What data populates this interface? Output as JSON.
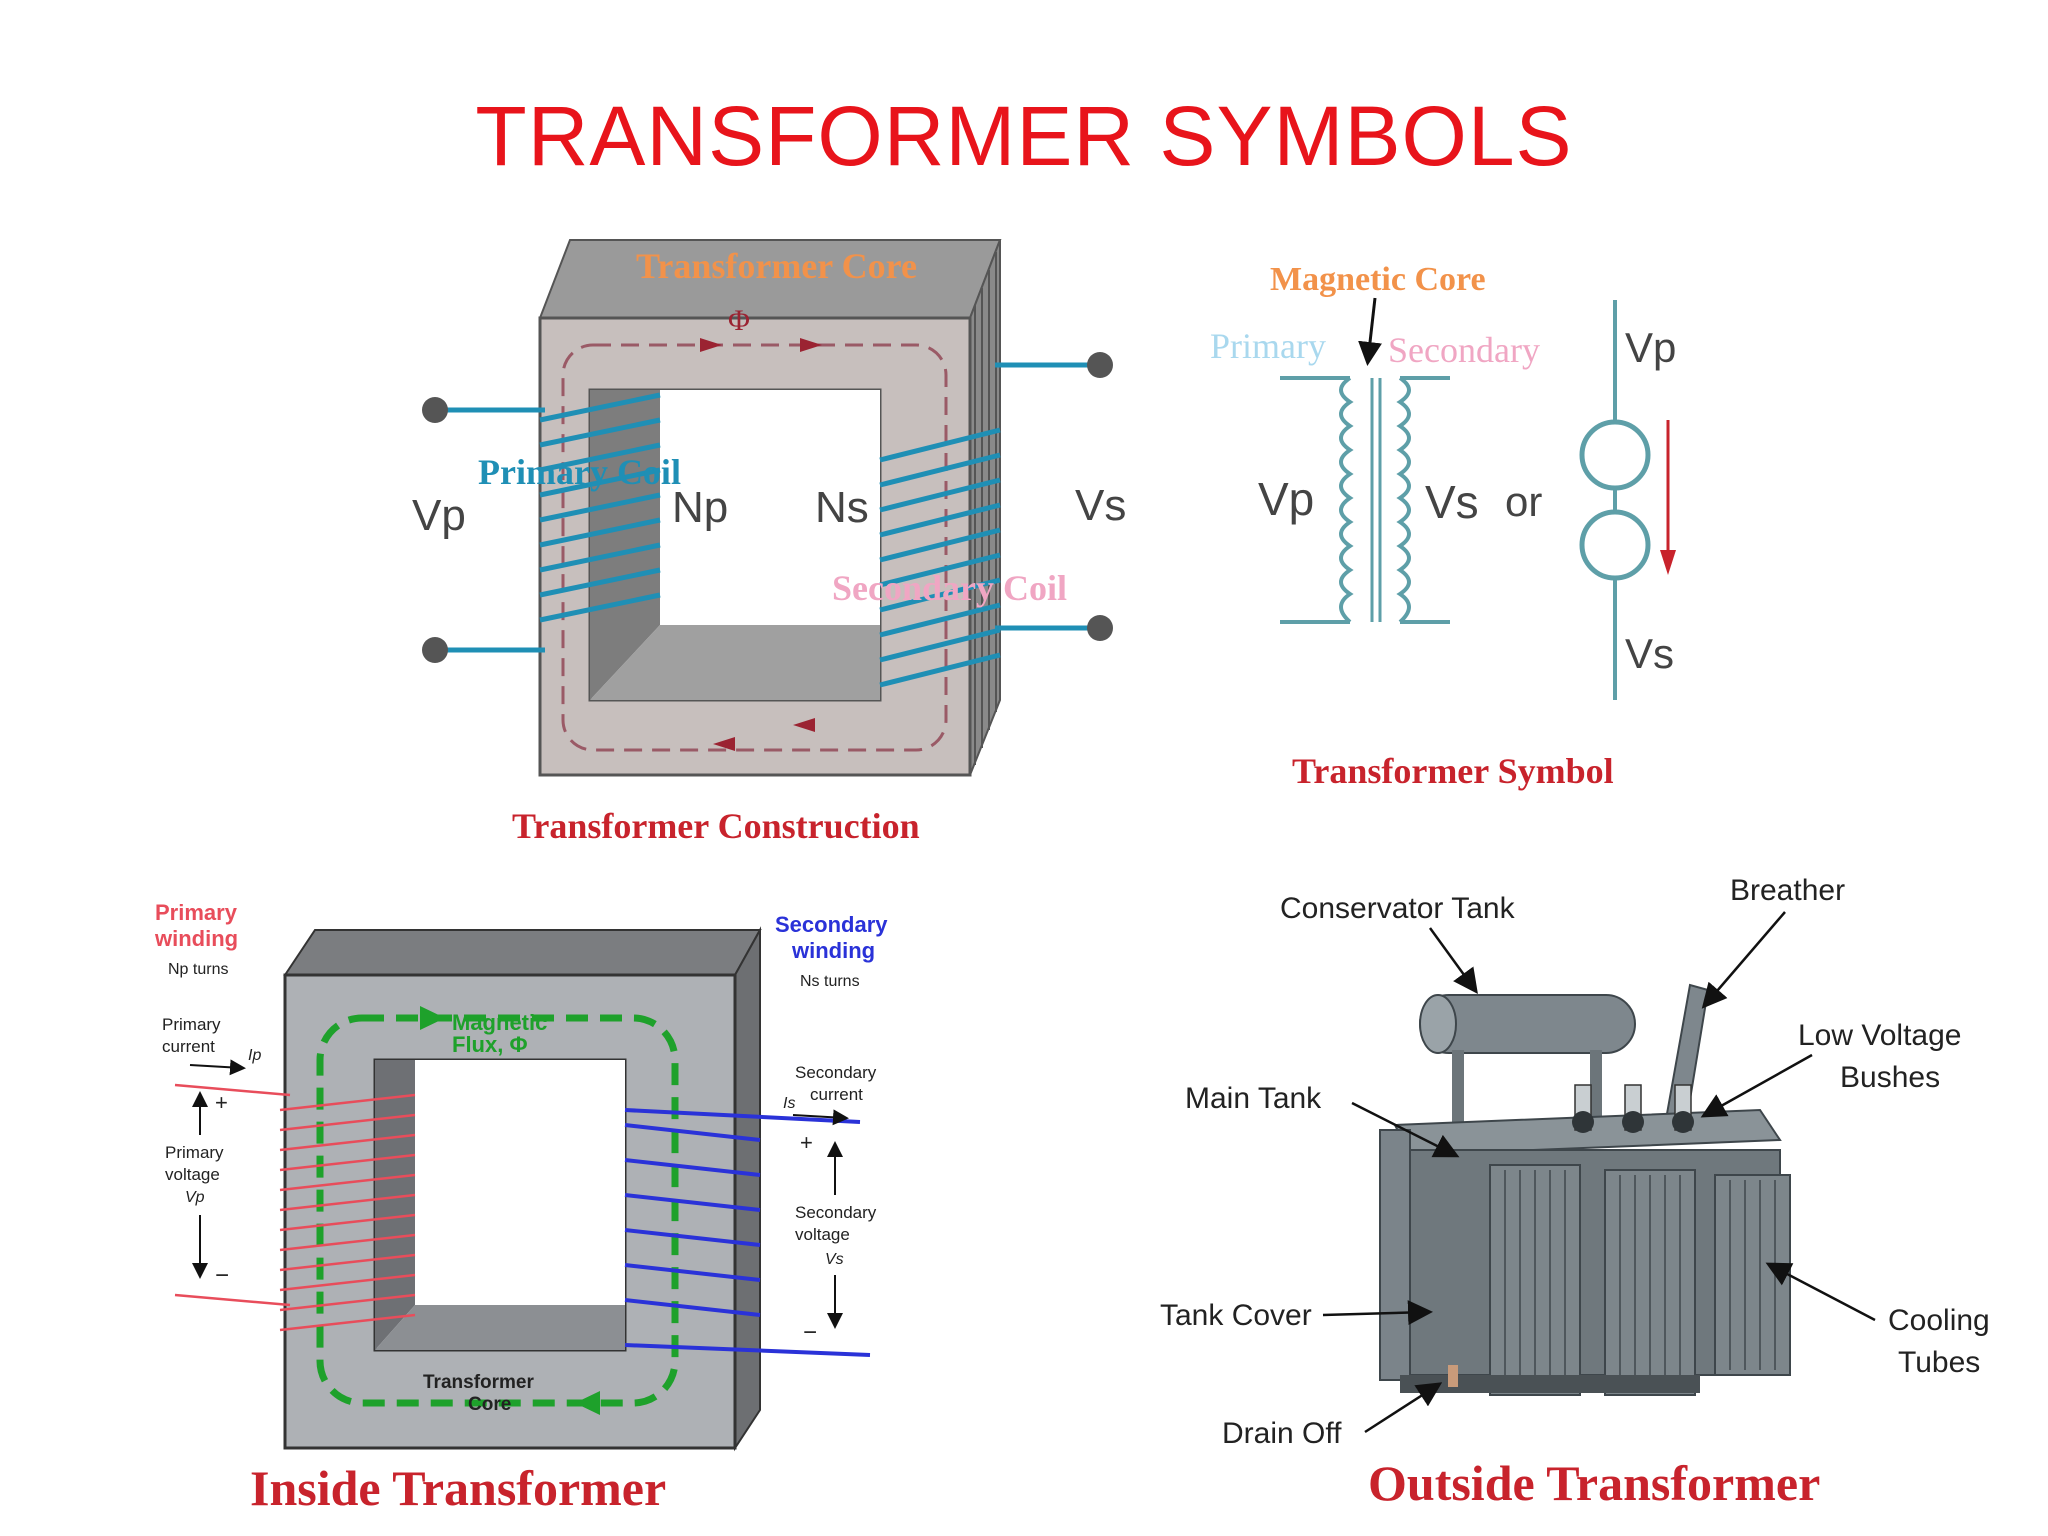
{
  "title": "TRANSFORMER SYMBOLS",
  "colors": {
    "title": "#e8141b",
    "caption": "#c8232c",
    "core_gray": "#b9b9b9",
    "primary_coil": "#1f8fb5",
    "secondary_coil": "#1f8fb5",
    "flux_green": "#1ea12b",
    "primary_winding_red": "#e84d5b",
    "secondary_winding_blue": "#2a32d8"
  },
  "construction": {
    "core_label": "Transformer Core",
    "flux_symbol": "Φ",
    "primary_coil": "Primary Coil",
    "secondary_coil": "Secondary Coil",
    "vp": "Vp",
    "vs": "Vs",
    "np": "Np",
    "ns": "Ns",
    "caption": "Transformer Construction"
  },
  "symbol": {
    "magnetic_core": "Magnetic Core",
    "primary": "Primary",
    "secondary": "Secondary",
    "vp": "Vp",
    "vs": "Vs",
    "or": "or",
    "vp2": "Vp",
    "vs2": "Vs",
    "caption": "Transformer Symbol"
  },
  "inside": {
    "primary_winding_1": "Primary",
    "primary_winding_2": "winding",
    "np_turns": "Np turns",
    "primary_current_1": "Primary",
    "primary_current_2": "current",
    "ip": "Ip",
    "plus_left": "+",
    "primary_voltage_1": "Primary",
    "primary_voltage_2": "voltage",
    "vp": "Vp",
    "minus_left": "−",
    "magnetic_flux_1": "Magnetic",
    "magnetic_flux_2": "Flux, Φ",
    "secondary_winding_1": "Secondary",
    "secondary_winding_2": "winding",
    "ns_turns": "Ns turns",
    "secondary_current_1": "Secondary",
    "secondary_current_2": "current",
    "is": "Is",
    "plus_right": "+",
    "secondary_voltage_1": "Secondary",
    "secondary_voltage_2": "voltage",
    "vs": "Vs",
    "minus_right": "−",
    "core_label_1": "Transformer",
    "core_label_2": "Core",
    "caption": "Inside Transformer"
  },
  "outside": {
    "conservator_tank": "Conservator Tank",
    "breather": "Breather",
    "low_voltage_1": "Low Voltage",
    "low_voltage_2": "Bushes",
    "main_tank": "Main Tank",
    "tank_cover": "Tank Cover",
    "cooling_1": "Cooling",
    "cooling_2": "Tubes",
    "drain_off": "Drain Off",
    "caption": "Outside Transformer"
  }
}
